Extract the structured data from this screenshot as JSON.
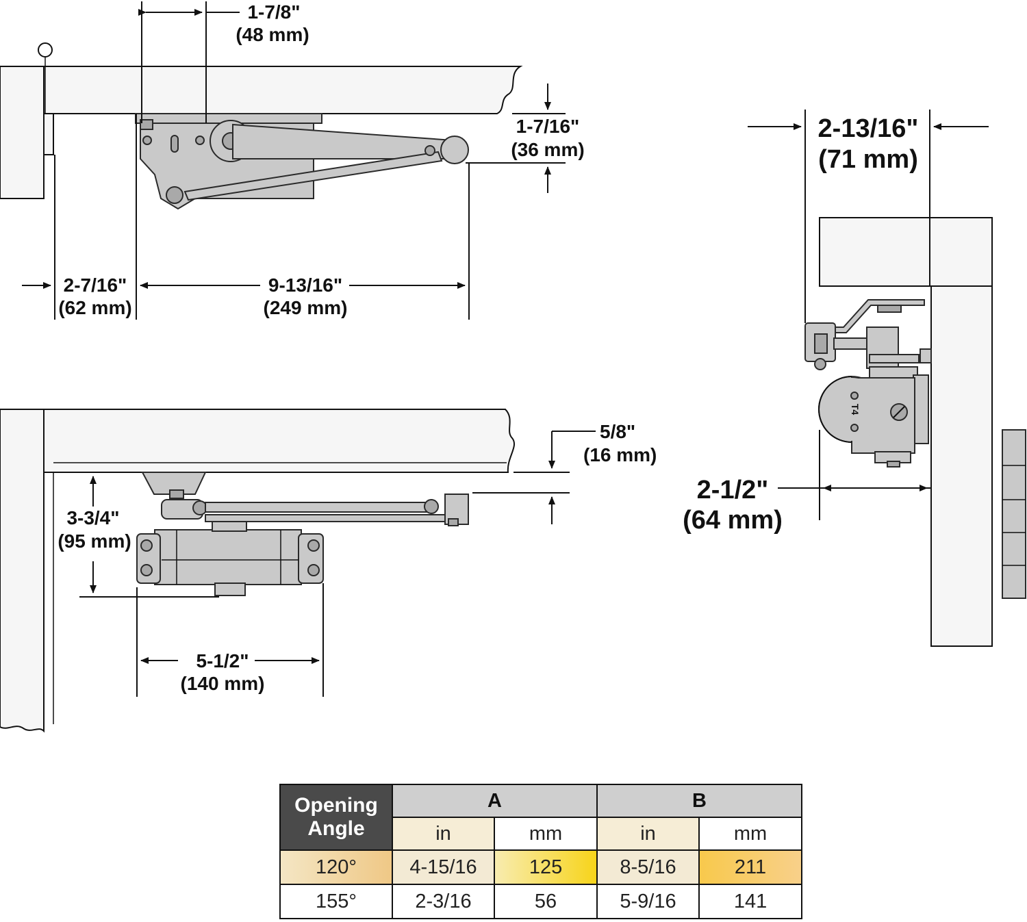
{
  "dimensions": {
    "top_view": {
      "arm_offset": {
        "in": "1-7/8\"",
        "mm": "(48 mm)"
      },
      "arm_height": {
        "in": "1-7/16\"",
        "mm": "(36 mm)"
      },
      "hinge_offset": {
        "in": "2-7/16\"",
        "mm": "(62 mm)"
      },
      "arm_reach": {
        "in": "9-13/16\"",
        "mm": "(249 mm)"
      }
    },
    "front_view": {
      "bracket_offset": {
        "in": "5/8\"",
        "mm": "(16 mm)"
      },
      "body_height": {
        "in": "3-3/4\"",
        "mm": "(95 mm)"
      },
      "body_length": {
        "in": "5-1/2\"",
        "mm": "(140 mm)"
      }
    },
    "side_view": {
      "width": {
        "in": "2-13/16\"",
        "mm": "(71 mm)"
      },
      "depth": {
        "in": "2-1/2\"",
        "mm": "(64 mm)"
      }
    }
  },
  "closer_mark": "T4",
  "table": {
    "corner_header": "Opening Angle",
    "group_a": "A",
    "group_b": "B",
    "units": [
      "in",
      "mm",
      "in",
      "mm"
    ],
    "rows": [
      {
        "angle": "120°",
        "a_in": "4-15/16",
        "a_mm": "125",
        "b_in": "8-5/16",
        "b_mm": "211"
      },
      {
        "angle": "155°",
        "a_in": "2-3/16",
        "a_mm": "56",
        "b_in": "5-9/16",
        "b_mm": "141"
      }
    ]
  }
}
